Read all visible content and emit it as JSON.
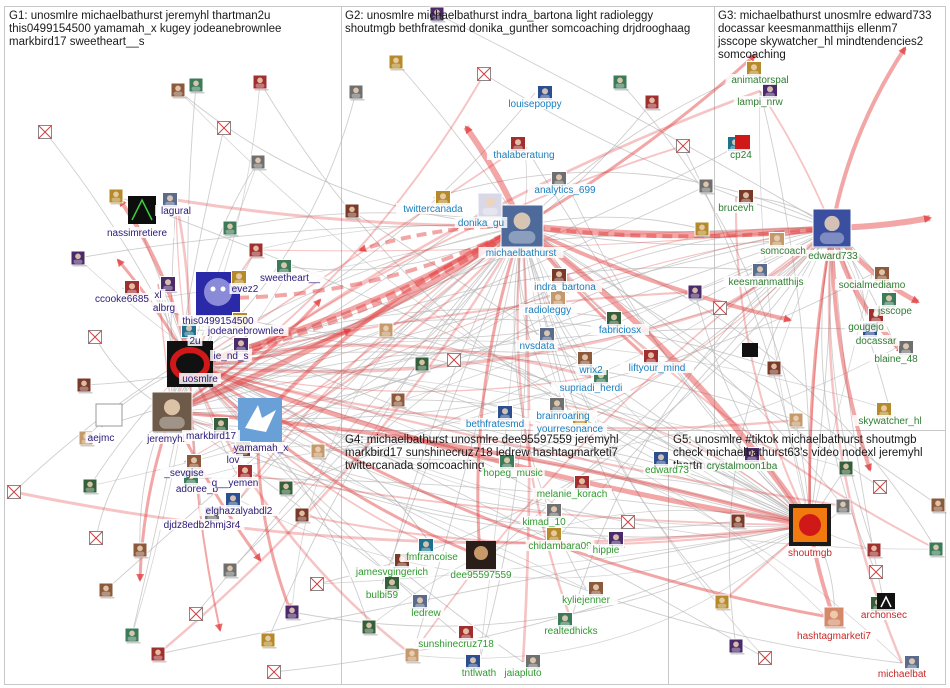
{
  "colors": {
    "edge_gray": "#b9b9b9",
    "edge_red": "#e23a3a",
    "g1": "#2a1a78",
    "g2": "#1a7fbf",
    "g3": "#2e7d32",
    "g4": "#2f9a2f",
    "g5": "#c62828",
    "box": "#c8c8c8"
  },
  "groups": [
    {
      "id": "G1",
      "lines": [
        "G1: unosmlre michaelbathurst jeremyhl thartman2u",
        "this0499154500 yamamah_x kugey jodeanebrownlee",
        "markbird17 sweetheart__s"
      ]
    },
    {
      "id": "G2",
      "lines": [
        "G2: unosmlre michaelbathurst indra_bartona light radioleggy",
        "shoutmgb bethfratesmd donika_gunther somcoaching drjdrooghaag"
      ]
    },
    {
      "id": "G3",
      "lines": [
        "G3: michaelbathurst unosmlre edward733",
        "docassar keesmanmatthijs ellenm7",
        "jsscope skywatcher_hl mindtendencies2",
        "somcoaching"
      ]
    },
    {
      "id": "G4",
      "lines": [
        "G4: michaelbathurst unosmlre dee95597559 jeremyhl",
        "markbird17 sunshinecruz718 ledrew hashtagmarketi7",
        "twittercanada somcoaching"
      ]
    },
    {
      "id": "G5",
      "lines": [
        "G5: unosmlre #tiktok michaelbathurst shoutmgb",
        "check michaelbathurst63's video nodexl jeremyhl",
        "thartman2u"
      ]
    }
  ],
  "labels": {
    "g1": [
      "lagural",
      "nassimretiere",
      "sweetheart__",
      "ccooke6685",
      "albrg",
      "this0499154500",
      "jodeanebrownlee",
      "ie_nd_s",
      "uosmlre",
      "aejmc",
      "jeremyhl",
      "markbird17",
      "yamamah_x",
      "_sevgise",
      "adoree_b",
      "q__yemen",
      "elghazalyabdl2",
      "djdz8edb2hmj3r4",
      "evez2",
      "xl",
      "2u",
      "lov"
    ],
    "g2": [
      "thalaberatung",
      "louisepoppy",
      "analytics_699",
      "twittercanada",
      "donika_gu",
      "michaelbathurst",
      "indra_bartona",
      "radioleggy",
      "fabriciosx",
      "nvsdata",
      "wrix2",
      "supriadi_herdi",
      "liftyour_mind",
      "bethfratesmd",
      "brainroaring",
      "yourresonance"
    ],
    "g3": [
      "animatorspal",
      "lampi_nrw",
      "cp24",
      "brucevh",
      "somcoach",
      "edward733",
      "keesmanmatthijs",
      "socialmediamo",
      "jsscope",
      "gougejo",
      "docassar",
      "blaine_48",
      "skywatcher_hl",
      "crystalmoon1ba"
    ],
    "g4": [
      "hopeg_music",
      "melanie_korach",
      "edward73",
      "kimad_10",
      "chidambara09",
      "hippie",
      "fmfrancoise",
      "jamesvgingerich",
      "dee95597559",
      "bulbi59",
      "ledrew",
      "kyliejenner",
      "realtedhicks",
      "sunshinecruz718",
      "tntlwath",
      "jaiapluto"
    ],
    "g5": [
      "shoutmgb",
      "hashtagmarketi7",
      "archonsec",
      "michaelbat"
    ]
  }
}
